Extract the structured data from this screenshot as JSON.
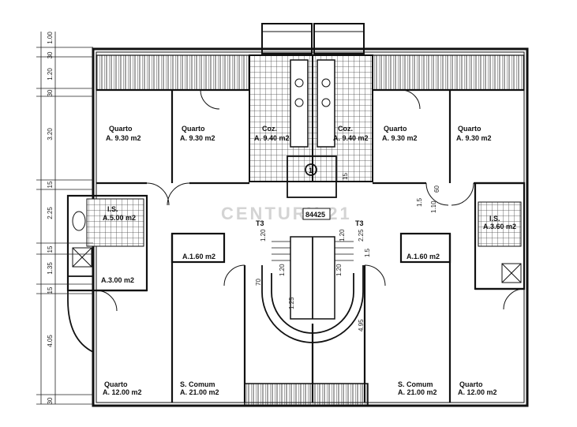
{
  "watermark": "CENTURY 21",
  "center_label": "84425",
  "rooms": {
    "quarto_tl": {
      "name": "Quarto",
      "area": "A. 9.30 m2"
    },
    "quarto_tl2": {
      "name": "Quarto",
      "area": "A. 9.30 m2"
    },
    "coz_l": {
      "name": "Coz.",
      "area": "A. 9.40 m2"
    },
    "coz_r": {
      "name": "Coz.",
      "area": "A. 9.40 m2"
    },
    "quarto_tr": {
      "name": "Quarto",
      "area": "A. 9.30 m2"
    },
    "quarto_tr2": {
      "name": "Quarto",
      "area": "A. 9.30 m2"
    },
    "wc_l": {
      "name": "I.S.",
      "area": "A.5.00 m2"
    },
    "wc_r": {
      "name": "I.S.",
      "area": "A.3.60 m2"
    },
    "arrum_l": {
      "area": "A.1.60 m2"
    },
    "arrum_r": {
      "area": "A.1.60 m2"
    },
    "arrum_l2": {
      "area": "A.3.00 m2"
    },
    "scomum_l": {
      "name": "S. Comum",
      "area": "A. 21.00 m2"
    },
    "scomum_r": {
      "name": "S. Comum",
      "area": "A. 21.00 m2"
    },
    "quarto_bl": {
      "name": "Quarto",
      "area": "A. 12.00 m2"
    },
    "quarto_br": {
      "name": "Quarto",
      "area": "A. 12.00 m2"
    }
  },
  "markers": {
    "t3_l": "T3",
    "t3_r": "T3",
    "stair_num": "1"
  },
  "dims_left": [
    "1.00",
    "30",
    "1.20",
    "30",
    "3.20",
    "15",
    "2.25",
    "15",
    "1.35",
    "15",
    "4.05",
    "30"
  ],
  "dims_inner": [
    "1.20",
    "1.20",
    "2.25",
    "1.5",
    "1.10",
    "60",
    "1.5",
    "4.95",
    "1.20",
    "1.20",
    "70",
    "1.25",
    "15"
  ]
}
